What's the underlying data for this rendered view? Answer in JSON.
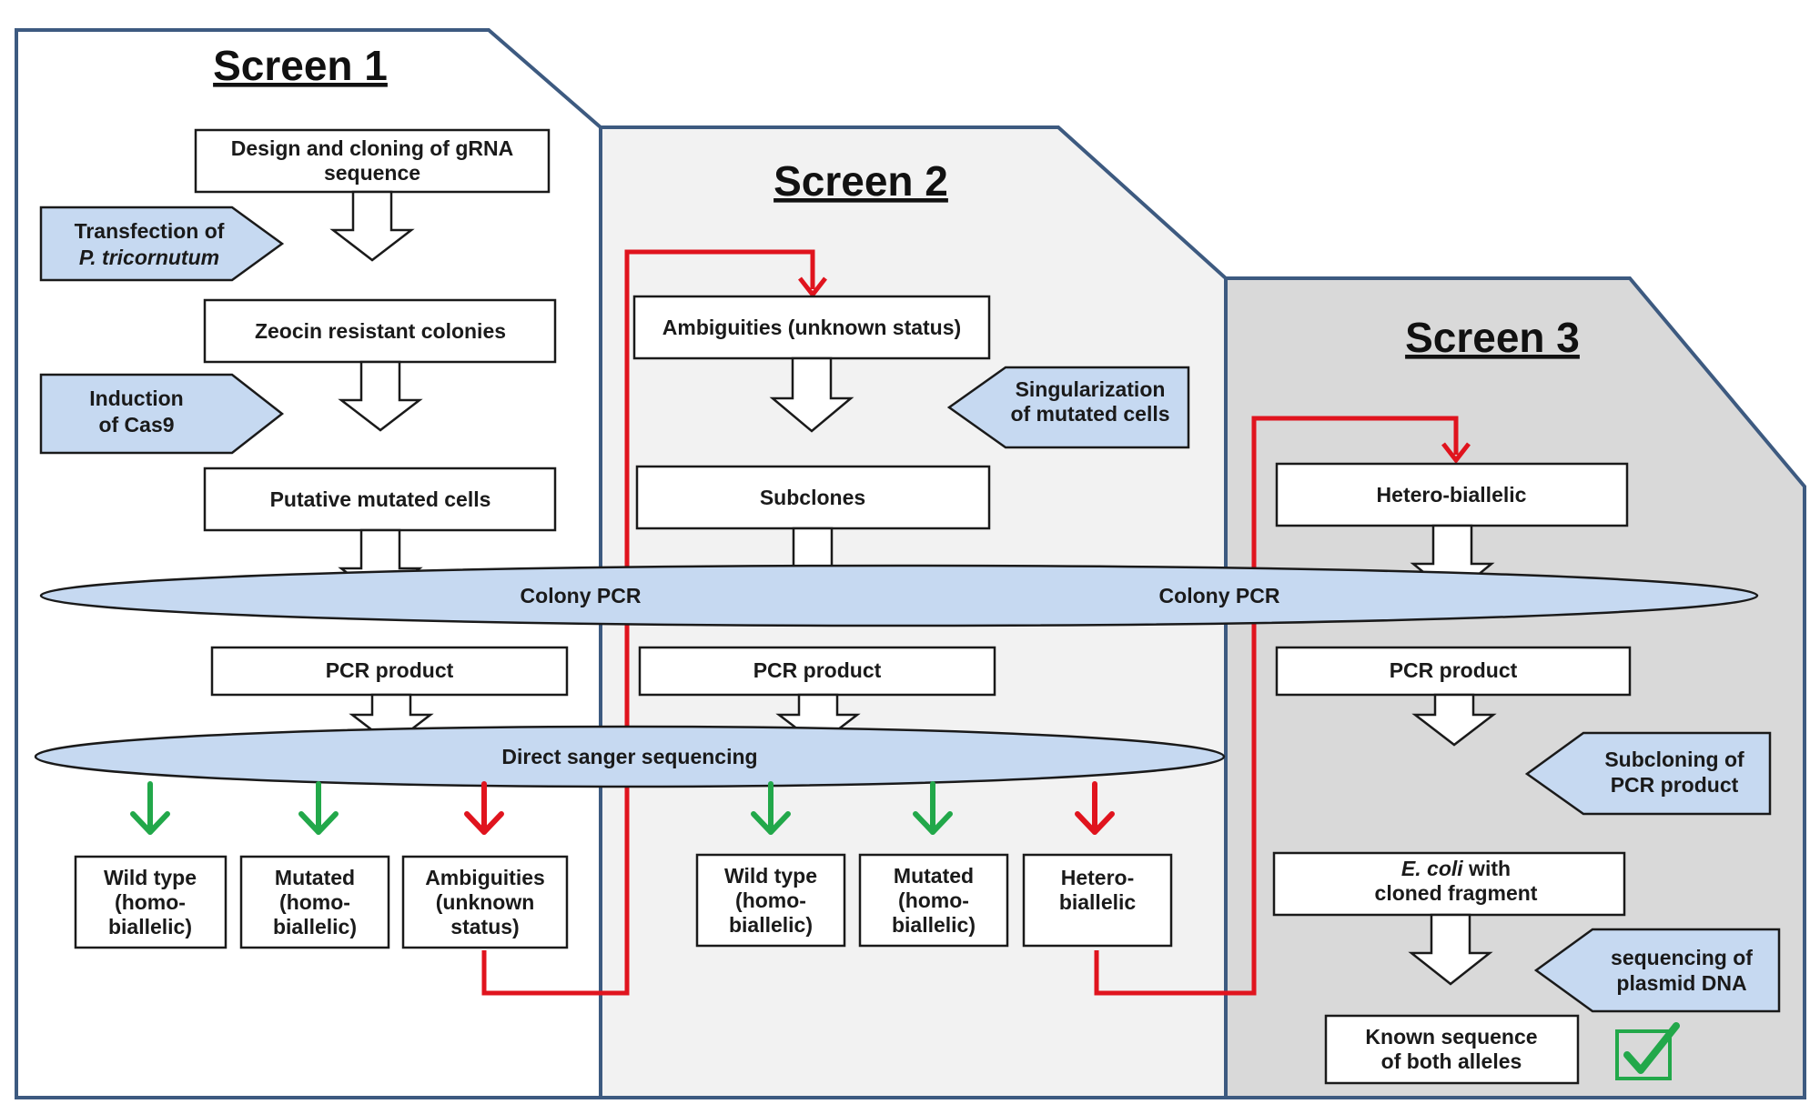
{
  "colors": {
    "panel_stroke": "#3d5a80",
    "screen1_fill": "#ffffff",
    "screen2_fill": "#f2f2f2",
    "screen3_fill": "#d9d9d9",
    "input_fill": "#c6d9f1",
    "arrow_green": "#22a84a",
    "arrow_red": "#e0141e",
    "check_green": "#22a84a"
  },
  "screens": {
    "s1": {
      "title": "Screen 1"
    },
    "s2": {
      "title": "Screen 2"
    },
    "s3": {
      "title": "Screen 3"
    }
  },
  "banners": {
    "colony_pcr_left": "Colony PCR",
    "colony_pcr_right": "Colony PCR",
    "sanger": "Direct sanger sequencing"
  },
  "s1": {
    "design_l1": "Design and cloning of gRNA",
    "design_l2": "sequence",
    "transfection_l1": "Transfection  of",
    "transfection_l2": "P. tricornutum",
    "zeocin": "Zeocin  resistant colonies",
    "induction_l1": "Induction",
    "induction_l2": "of Cas9",
    "putative": "Putative mutated cells",
    "pcr_product": "PCR product",
    "wt_l1": "Wild type",
    "wt_l2": "(homo-",
    "wt_l3": "biallelic)",
    "mut_l1": "Mutated",
    "mut_l2": "(homo-",
    "mut_l3": "biallelic)",
    "amb_l1": "Ambiguities",
    "amb_l2": "(unknown",
    "amb_l3": "status)"
  },
  "s2": {
    "ambiguities": "Ambiguities  (unknown status)",
    "singular_l1": "Singularization",
    "singular_l2": "of mutated cells",
    "subclones": "Subclones",
    "pcr_product": "PCR product",
    "wt_l1": "Wild type",
    "wt_l2": "(homo-",
    "wt_l3": "biallelic)",
    "mut_l1": "Mutated",
    "mut_l2": "(homo-",
    "mut_l3": "biallelic)",
    "het_l1": "Hetero-",
    "het_l2": "biallelic"
  },
  "s3": {
    "hetero": "Hetero-biallelic",
    "pcr_product": "PCR product",
    "subcloning_l1": "Subcloning of",
    "subcloning_l2": "PCR product",
    "ecoli_l1_italic": "E. coli",
    "ecoli_l1_rest": " with",
    "ecoli_l2": "cloned fragment",
    "seq_l1": "sequencing of",
    "seq_l2": "plasmid DNA",
    "known_l1": "Known sequence",
    "known_l2": "of both alleles"
  },
  "icons": {
    "checkmark": "checkbox-check-icon"
  }
}
